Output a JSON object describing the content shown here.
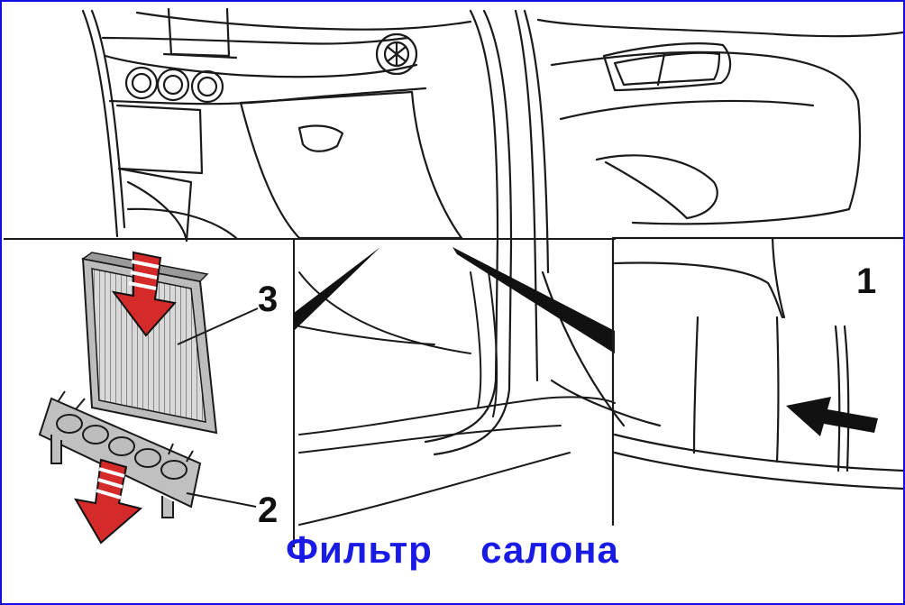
{
  "caption": "Фильтр  салона",
  "callouts": {
    "one": "1",
    "two": "2",
    "three": "3"
  },
  "colors": {
    "frame": "#1010e0",
    "caption": "#1a1ae6",
    "arrow_red": "#d42a2a",
    "filter_gray": "#bdbdbd",
    "line": "#1a1a1a"
  }
}
